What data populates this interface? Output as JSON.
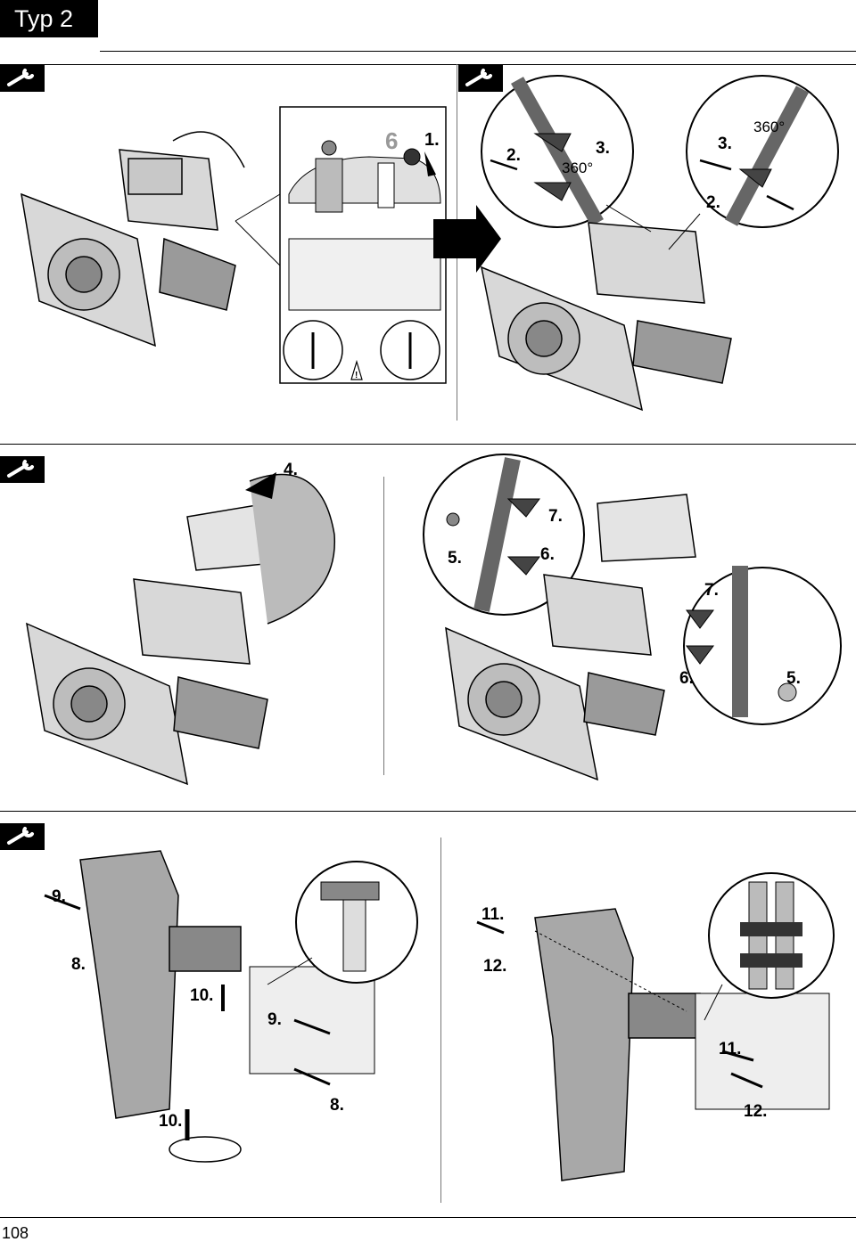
{
  "header": {
    "title": "Typ 2"
  },
  "panels": [
    {
      "step_labels": [
        "1."
      ],
      "gear_number": "6"
    },
    {
      "step_labels": [
        "2.",
        "3.",
        "3.",
        "2."
      ],
      "angle_labels": [
        "360°",
        "360°"
      ]
    },
    {
      "step_labels": [
        "4."
      ]
    },
    {
      "step_labels": [
        "7.",
        "5.",
        "6.",
        "7.",
        "6.",
        "5."
      ]
    },
    {
      "step_labels": [
        "9.",
        "8.",
        "10.",
        "9.",
        "10.",
        "8."
      ]
    },
    {
      "step_labels": [
        "11.",
        "12.",
        "11.",
        "12."
      ]
    }
  ],
  "icons": [
    "wrench-icon",
    "wrench-icon",
    "wrench-icon",
    "wrench-icon",
    "warning-icon"
  ],
  "footer": {
    "page_number": "108"
  }
}
